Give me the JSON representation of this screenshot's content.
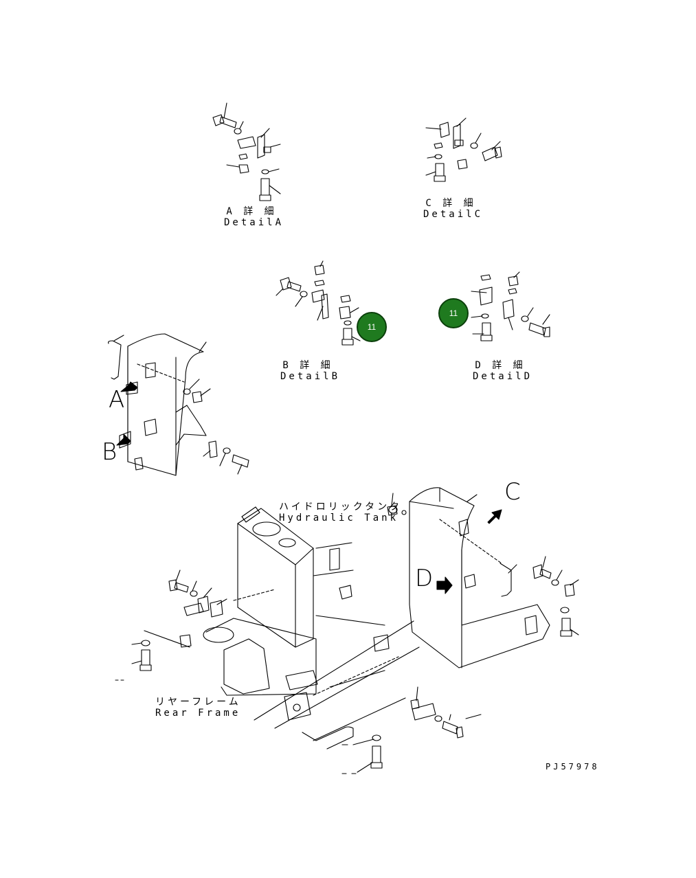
{
  "details": {
    "a": {
      "jp": "A 詳 細",
      "en": "DetailA"
    },
    "b": {
      "jp": "B 詳 細",
      "en": "DetailB"
    },
    "c": {
      "jp": "C 詳 細",
      "en": "DetailC"
    },
    "d": {
      "jp": "D 詳 細",
      "en": "DetailD"
    }
  },
  "view_letters": {
    "a": "A",
    "b": "B",
    "c": "C",
    "d": "D"
  },
  "hydraulic_tank": {
    "jp": "ハイドロリックタンク",
    "en": "Hydraulic Tank"
  },
  "rear_frame": {
    "jp": "リヤーフレーム",
    "en": "Rear Frame"
  },
  "callouts": [
    {
      "number": "11",
      "color": "#1f7a1f"
    },
    {
      "number": "11",
      "color": "#1f7a1f"
    }
  ],
  "drawing_code": "PJ57978"
}
